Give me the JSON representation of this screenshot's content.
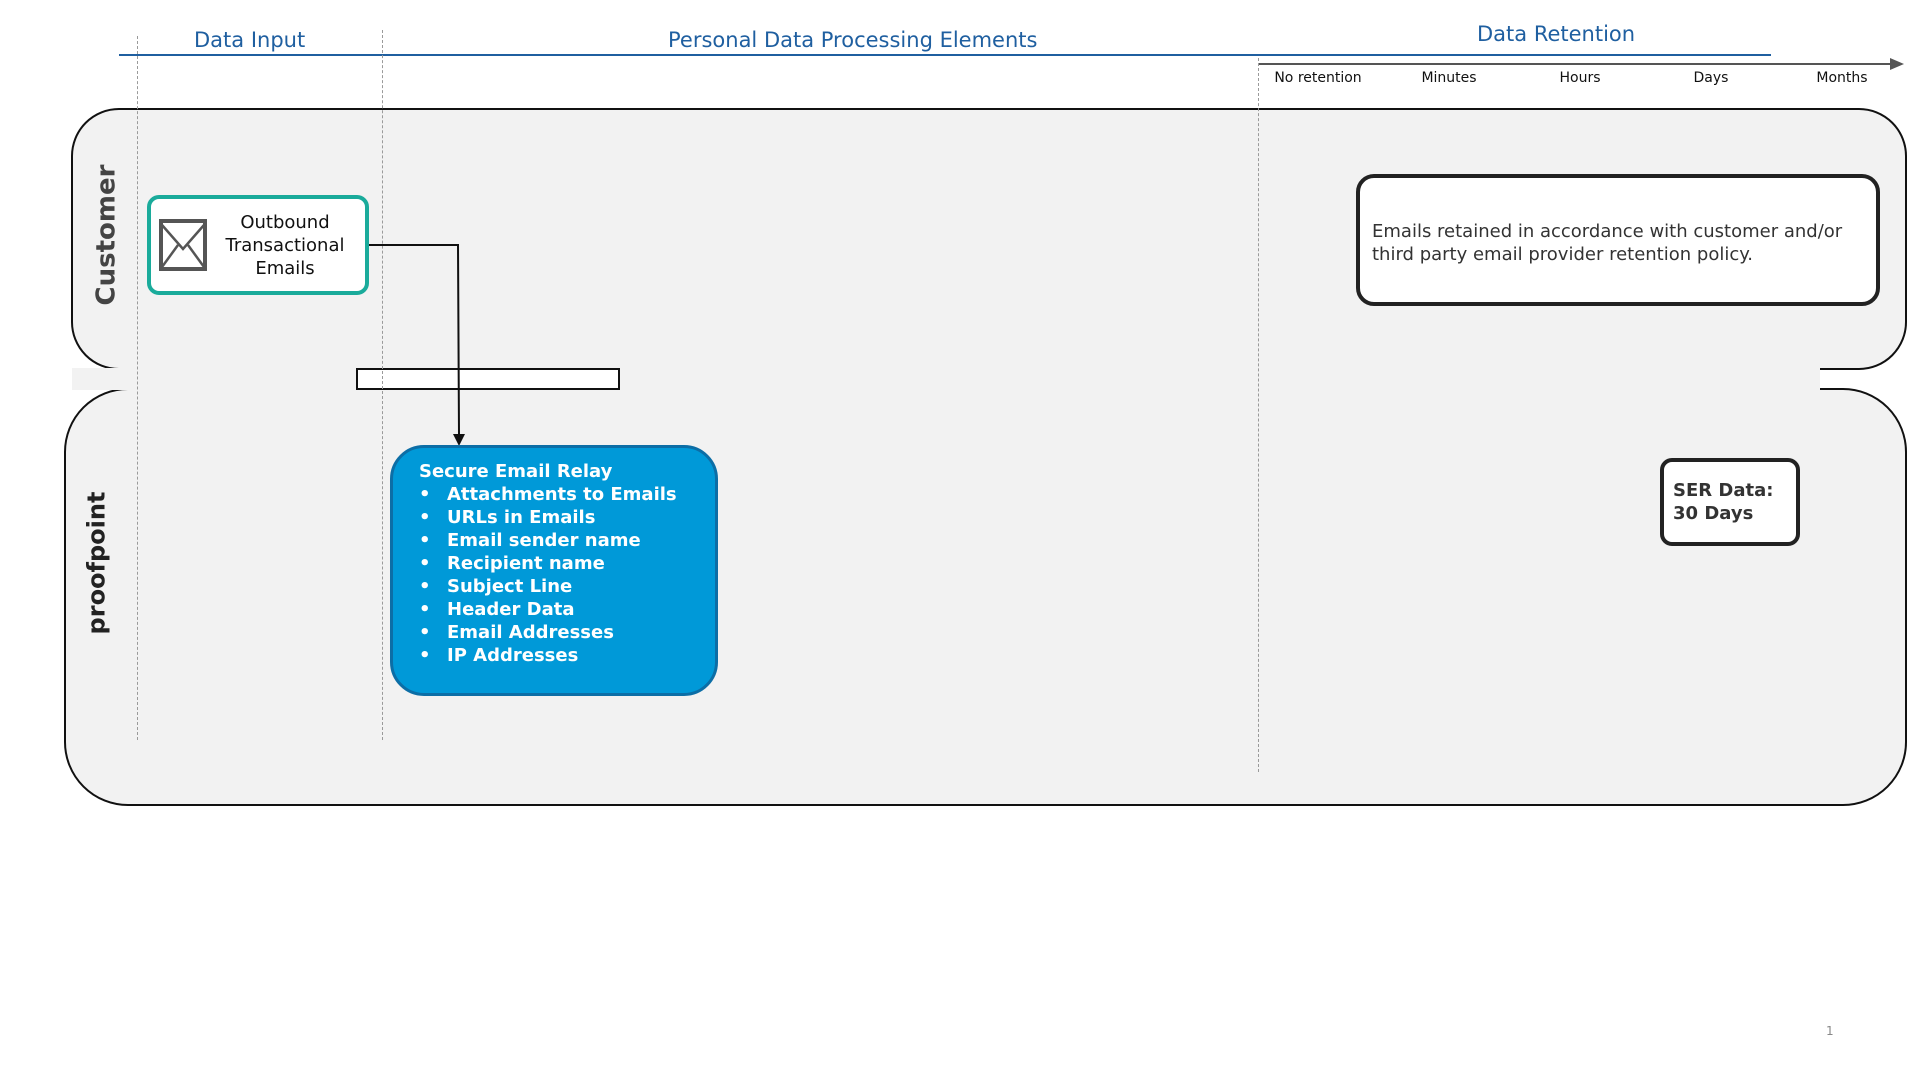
{
  "headers": {
    "data_input": "Data Input",
    "processing": "Personal Data Processing Elements",
    "retention": "Data Retention"
  },
  "retention_scale": [
    "No retention",
    "Minutes",
    "Hours",
    "Days",
    "Months"
  ],
  "lanes": {
    "customer": "Customer",
    "proofpoint": "proofpoint"
  },
  "email_node": {
    "icon": "envelope-icon",
    "lines": [
      "Outbound",
      "Transactional",
      "Emails"
    ]
  },
  "ser_node": {
    "title": "Secure Email Relay",
    "items": [
      "Attachments to Emails",
      "URLs in Emails",
      "Email sender name",
      "Recipient name",
      "Subject Line",
      "Header Data",
      "Email Addresses",
      "IP Addresses"
    ]
  },
  "customer_retention": "Emails retained in accordance with customer and/or third party email provider retention policy.",
  "ser_retention": {
    "line1": "SER Data:",
    "line2": "30 Days"
  },
  "page_number": "1",
  "colors": {
    "header_blue": "#1f5fa0",
    "ser_fill": "#0099d8",
    "email_border": "#1aab9b",
    "lane_fill": "#f2f2f2"
  }
}
